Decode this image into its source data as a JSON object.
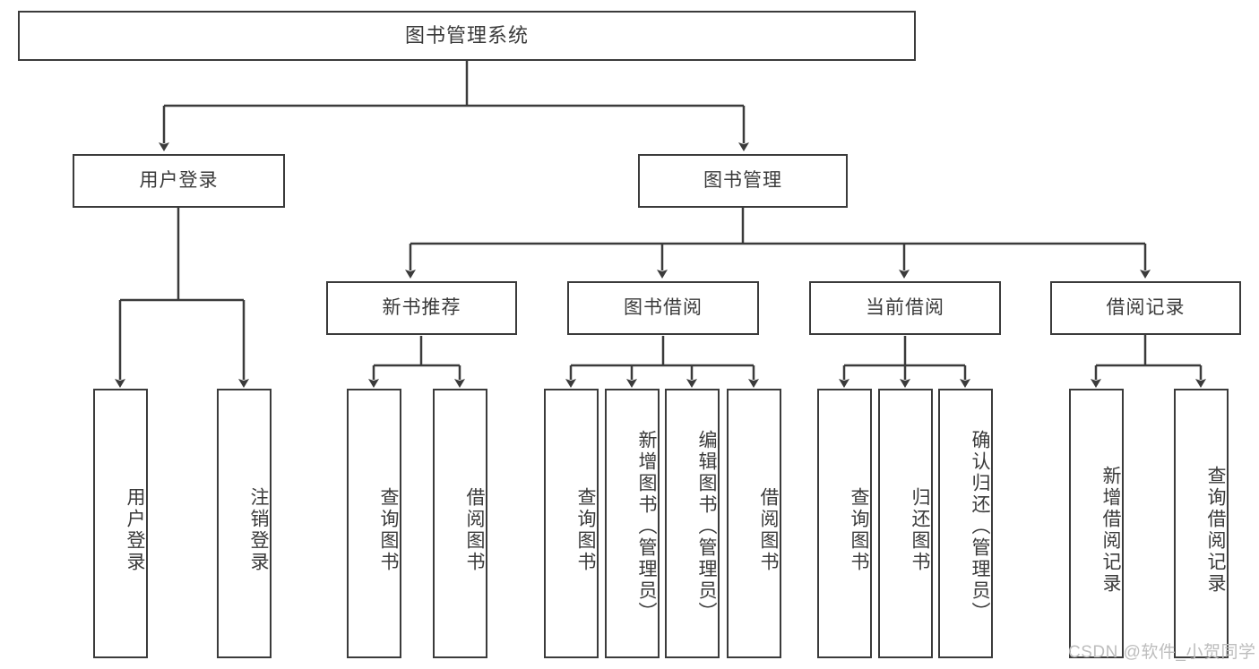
{
  "diagram": {
    "title": "图书管理系统",
    "type": "功能结构图",
    "root": {
      "label": "图书管理系统"
    },
    "level2": [
      {
        "label": "用户登录"
      },
      {
        "label": "图书管理"
      }
    ],
    "level3": [
      {
        "label": "新书推荐"
      },
      {
        "label": "图书借阅"
      },
      {
        "label": "当前借阅"
      },
      {
        "label": "借阅记录"
      }
    ],
    "leaves": {
      "user_login": [
        {
          "label": "用户登录"
        },
        {
          "label": "注销登录"
        }
      ],
      "new_book": [
        {
          "label": "查询图书"
        },
        {
          "label": "借阅图书"
        }
      ],
      "book_borrow": [
        {
          "label": "查询图书"
        },
        {
          "label": "新增图书（管理员）"
        },
        {
          "label": "编辑图书（管理员）"
        },
        {
          "label": "借阅图书"
        }
      ],
      "current_borrow": [
        {
          "label": "查询图书"
        },
        {
          "label": "归还图书"
        },
        {
          "label": "确认归还（管理员）"
        }
      ],
      "borrow_record": [
        {
          "label": "新增借阅记录"
        },
        {
          "label": "查询借阅记录"
        }
      ]
    }
  },
  "watermark": {
    "text": "CSDN @软件_小贺同学"
  },
  "colors": {
    "stroke": "#3b3b3b",
    "fill": "#ffffff",
    "text": "#3a3a3a",
    "watermark": "#bdbdbd"
  }
}
